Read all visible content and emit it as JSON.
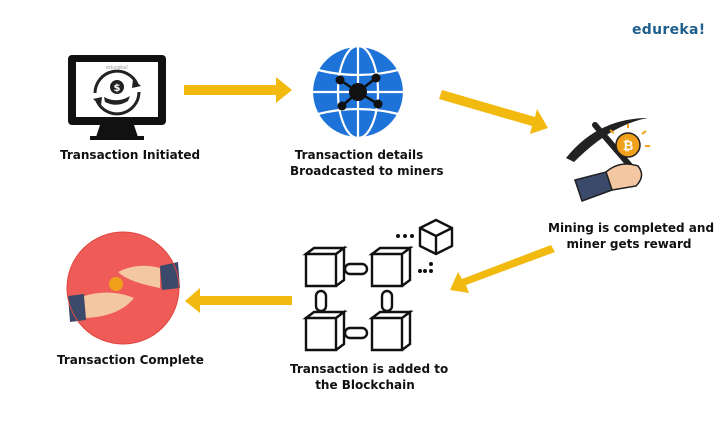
{
  "brand": "edureka!",
  "steps": [
    {
      "id": "initiated",
      "lines": [
        "Transaction Initiated"
      ]
    },
    {
      "id": "broadcast",
      "lines": [
        "Transaction details",
        "Broadcasted to miners"
      ]
    },
    {
      "id": "mining",
      "lines": [
        "Mining is completed and",
        "miner gets reward"
      ]
    },
    {
      "id": "blockchain",
      "lines": [
        "Transaction is added to",
        "the Blockchain"
      ]
    },
    {
      "id": "complete",
      "lines": [
        "Transaction Complete"
      ]
    }
  ],
  "monitor_screen_text": "edureka!",
  "colors": {
    "arrow": "#f2b90f",
    "globe": "#1e73d8",
    "circle_red": "#ef5b56",
    "bitcoin": "#f0a01a",
    "sleeve": "#3b4a6b"
  }
}
